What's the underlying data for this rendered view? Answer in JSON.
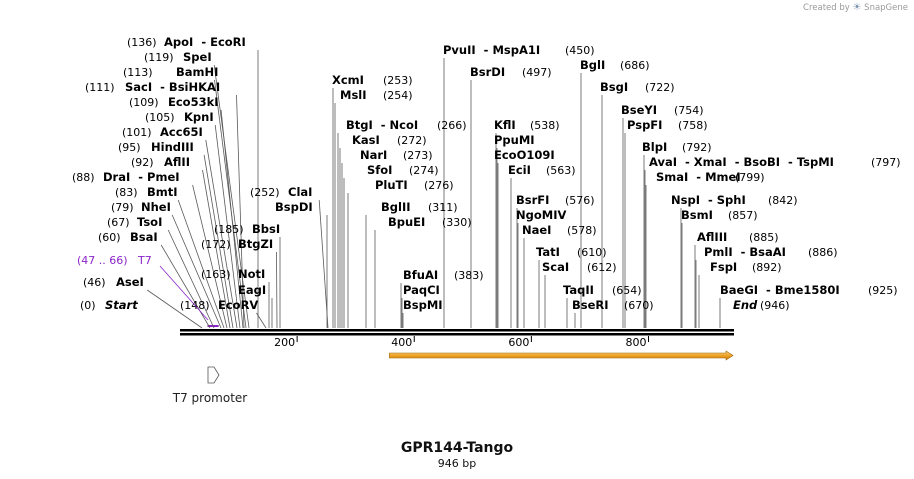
{
  "watermark": {
    "created_by": "Created by",
    "brand": "SnapGene"
  },
  "title": "GPR144-Tango",
  "subtitle": "946 bp",
  "colors": {
    "feature_t7": "#8b24c9",
    "orf_arrow": "#f0a326",
    "orf_outline": "#9a6400",
    "backbone": "#000000"
  },
  "sequence_length": 946,
  "ticks": [
    200,
    400,
    600,
    800
  ],
  "features": {
    "t7_label": "T7",
    "t7_range": "(47 .. 66)",
    "t7_start": 47,
    "t7_end": 66,
    "promoter_label": "T7 promoter",
    "promoter_icon": "promoter-arrow-icon",
    "orf_start": 180,
    "orf_end": 946
  },
  "sites": [
    {
      "name": "ApoI  - EcoRI",
      "pos": "(136)"
    },
    {
      "name": "SpeI",
      "pos": "(119)"
    },
    {
      "name": "BamHI",
      "pos": "(113)"
    },
    {
      "name": "SacI  - BsiHKAI",
      "pos": "(111)"
    },
    {
      "name": "Eco53kI",
      "pos": "(109)"
    },
    {
      "name": "KpnI",
      "pos": "(105)"
    },
    {
      "name": "Acc65I",
      "pos": "(101)"
    },
    {
      "name": "HindIII",
      "pos": "(95)"
    },
    {
      "name": "AflII",
      "pos": "(92)"
    },
    {
      "name": "DraI  - PmeI",
      "pos": "(88)"
    },
    {
      "name": "BmtI",
      "pos": "(83)"
    },
    {
      "name": "NheI",
      "pos": "(79)"
    },
    {
      "name": "TsoI",
      "pos": "(67)"
    },
    {
      "name": "BsaI",
      "pos": "(60)"
    },
    {
      "name": "AseI",
      "pos": "(46)"
    },
    {
      "name": "Start",
      "pos": "(0)"
    },
    {
      "name": "EcoRV",
      "pos": "(148)"
    },
    {
      "name": "NotI",
      "pos": "(163)"
    },
    {
      "name": "EagI",
      "pos": ""
    },
    {
      "name": "BtgZI",
      "pos": "(172)"
    },
    {
      "name": "BbsI",
      "pos": "(185)"
    },
    {
      "name": "ClaI",
      "pos": "(252)"
    },
    {
      "name": "BspDI",
      "pos": ""
    },
    {
      "name": "XcmI",
      "pos": "(253)"
    },
    {
      "name": "MslI",
      "pos": "(254)"
    },
    {
      "name": "BtgI  - NcoI",
      "pos": "(266)"
    },
    {
      "name": "KasI",
      "pos": "(272)"
    },
    {
      "name": "NarI",
      "pos": "(273)"
    },
    {
      "name": "SfoI",
      "pos": "(274)"
    },
    {
      "name": "PluTI",
      "pos": "(276)"
    },
    {
      "name": "BglII",
      "pos": "(311)"
    },
    {
      "name": "BpuEI",
      "pos": "(330)"
    },
    {
      "name": "BfuAI",
      "pos": "(383)"
    },
    {
      "name": "PaqCI",
      "pos": ""
    },
    {
      "name": "BspMI",
      "pos": ""
    },
    {
      "name": "PvuII  - MspA1I",
      "pos": "(450)"
    },
    {
      "name": "BsrDI",
      "pos": "(497)"
    },
    {
      "name": "KflI",
      "pos": "(538)"
    },
    {
      "name": "PpuMI",
      "pos": ""
    },
    {
      "name": "EcoO109I",
      "pos": ""
    },
    {
      "name": "EciI",
      "pos": "(563)"
    },
    {
      "name": "BsrFI",
      "pos": "(576)"
    },
    {
      "name": "NgoMIV",
      "pos": ""
    },
    {
      "name": "NaeI",
      "pos": "(578)"
    },
    {
      "name": "TatI",
      "pos": "(610)"
    },
    {
      "name": "ScaI",
      "pos": "(612)"
    },
    {
      "name": "TaqII",
      "pos": "(654)"
    },
    {
      "name": "BseRI",
      "pos": "(670)"
    },
    {
      "name": "BglI",
      "pos": "(686)"
    },
    {
      "name": "BsgI",
      "pos": "(722)"
    },
    {
      "name": "BseYI",
      "pos": "(754)"
    },
    {
      "name": "PspFI",
      "pos": "(758)"
    },
    {
      "name": "BlpI",
      "pos": "(792)"
    },
    {
      "name": "AvaI  - XmaI  - BsoBI  - TspMI",
      "pos": "(797)"
    },
    {
      "name": "SmaI  - MmeI",
      "pos": "(799)"
    },
    {
      "name": "NspI  - SphI",
      "pos": "(842)"
    },
    {
      "name": "BsmI",
      "pos": "(857)"
    },
    {
      "name": "AflIII",
      "pos": "(885)"
    },
    {
      "name": "PmlI  - BsaAI",
      "pos": "(886)"
    },
    {
      "name": "FspI",
      "pos": "(892)"
    },
    {
      "name": "BaeGI  - Bme1580I",
      "pos": "(925)"
    },
    {
      "name": "End",
      "pos": "(946)"
    }
  ]
}
